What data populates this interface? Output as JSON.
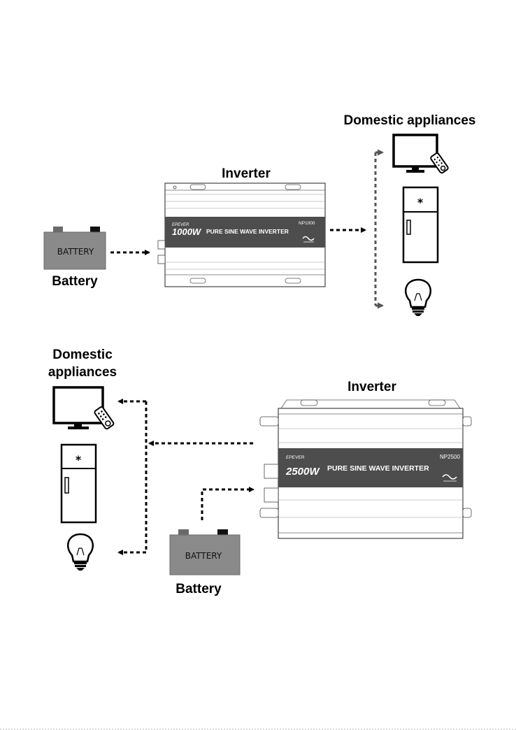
{
  "top_diagram": {
    "inverter_label": "Inverter",
    "battery_label": "Battery",
    "battery_text": "BATTERY",
    "appliances_label": "Domestic appliances",
    "inverter_power": "1000W",
    "inverter_band_text": "PURE SINE WAVE INVERTER",
    "inverter_model": "NP1000",
    "brand": "EPEVER"
  },
  "bottom_diagram": {
    "inverter_label": "Inverter",
    "battery_label": "Battery",
    "battery_text": "BATTERY",
    "appliances_label_line1": "Domestic",
    "appliances_label_line2": "appliances",
    "inverter_power": "2500W",
    "inverter_band_text": "PURE SINE WAVE INVERTER",
    "inverter_model": "NP2500",
    "brand": "EPEVER"
  },
  "colors": {
    "battery_fill": "#8a8a8a",
    "inverter_band": "#4d4d4d",
    "line": "#000000"
  },
  "icons": [
    "tv-icon",
    "remote-icon",
    "fridge-icon",
    "bulb-icon",
    "battery-icon",
    "inverter-icon"
  ]
}
